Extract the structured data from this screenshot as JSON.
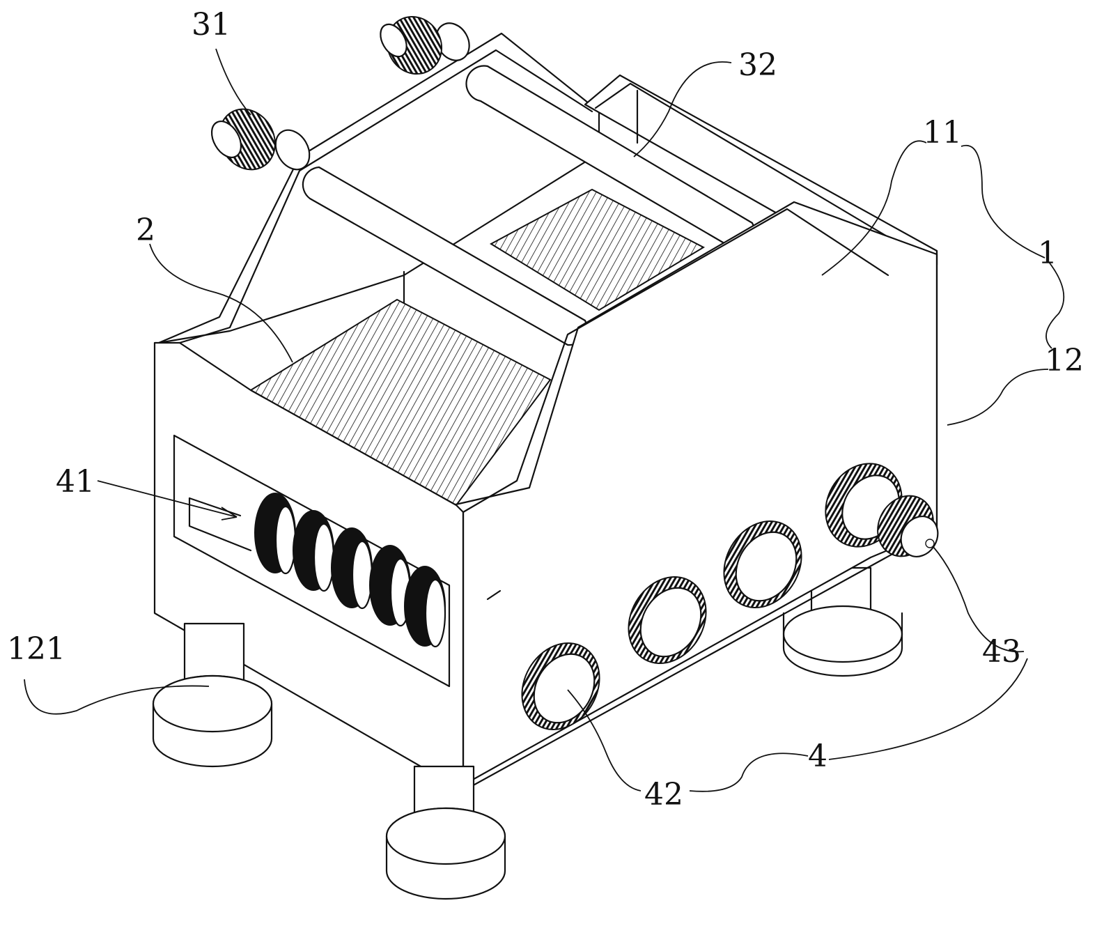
{
  "labels": {
    "l31": "31",
    "l32": "32",
    "l11": "11",
    "l1": "1",
    "l2": "2",
    "l12": "12",
    "l41": "41",
    "l121": "121",
    "l43": "43",
    "l4": "4",
    "l42": "42"
  },
  "colors": {
    "line": "#111111",
    "background": "#ffffff"
  }
}
